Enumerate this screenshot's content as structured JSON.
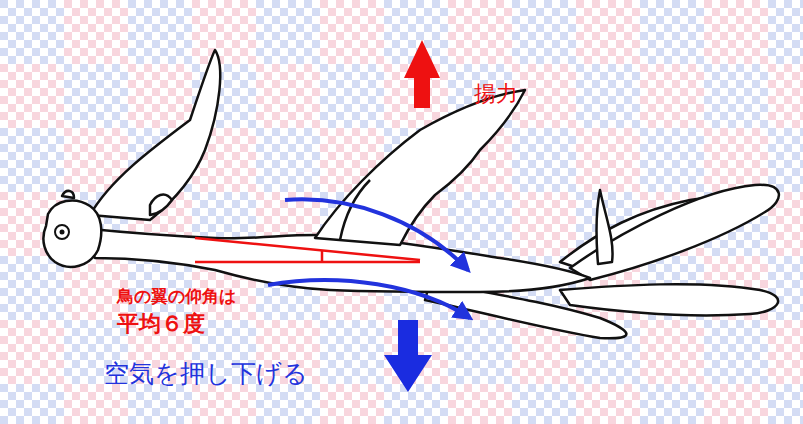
{
  "diagram": {
    "labels": [
      "揚力",
      "鳥の翼の仰角は",
      "平均６度",
      "空気を押し下げる"
    ]
  }
}
